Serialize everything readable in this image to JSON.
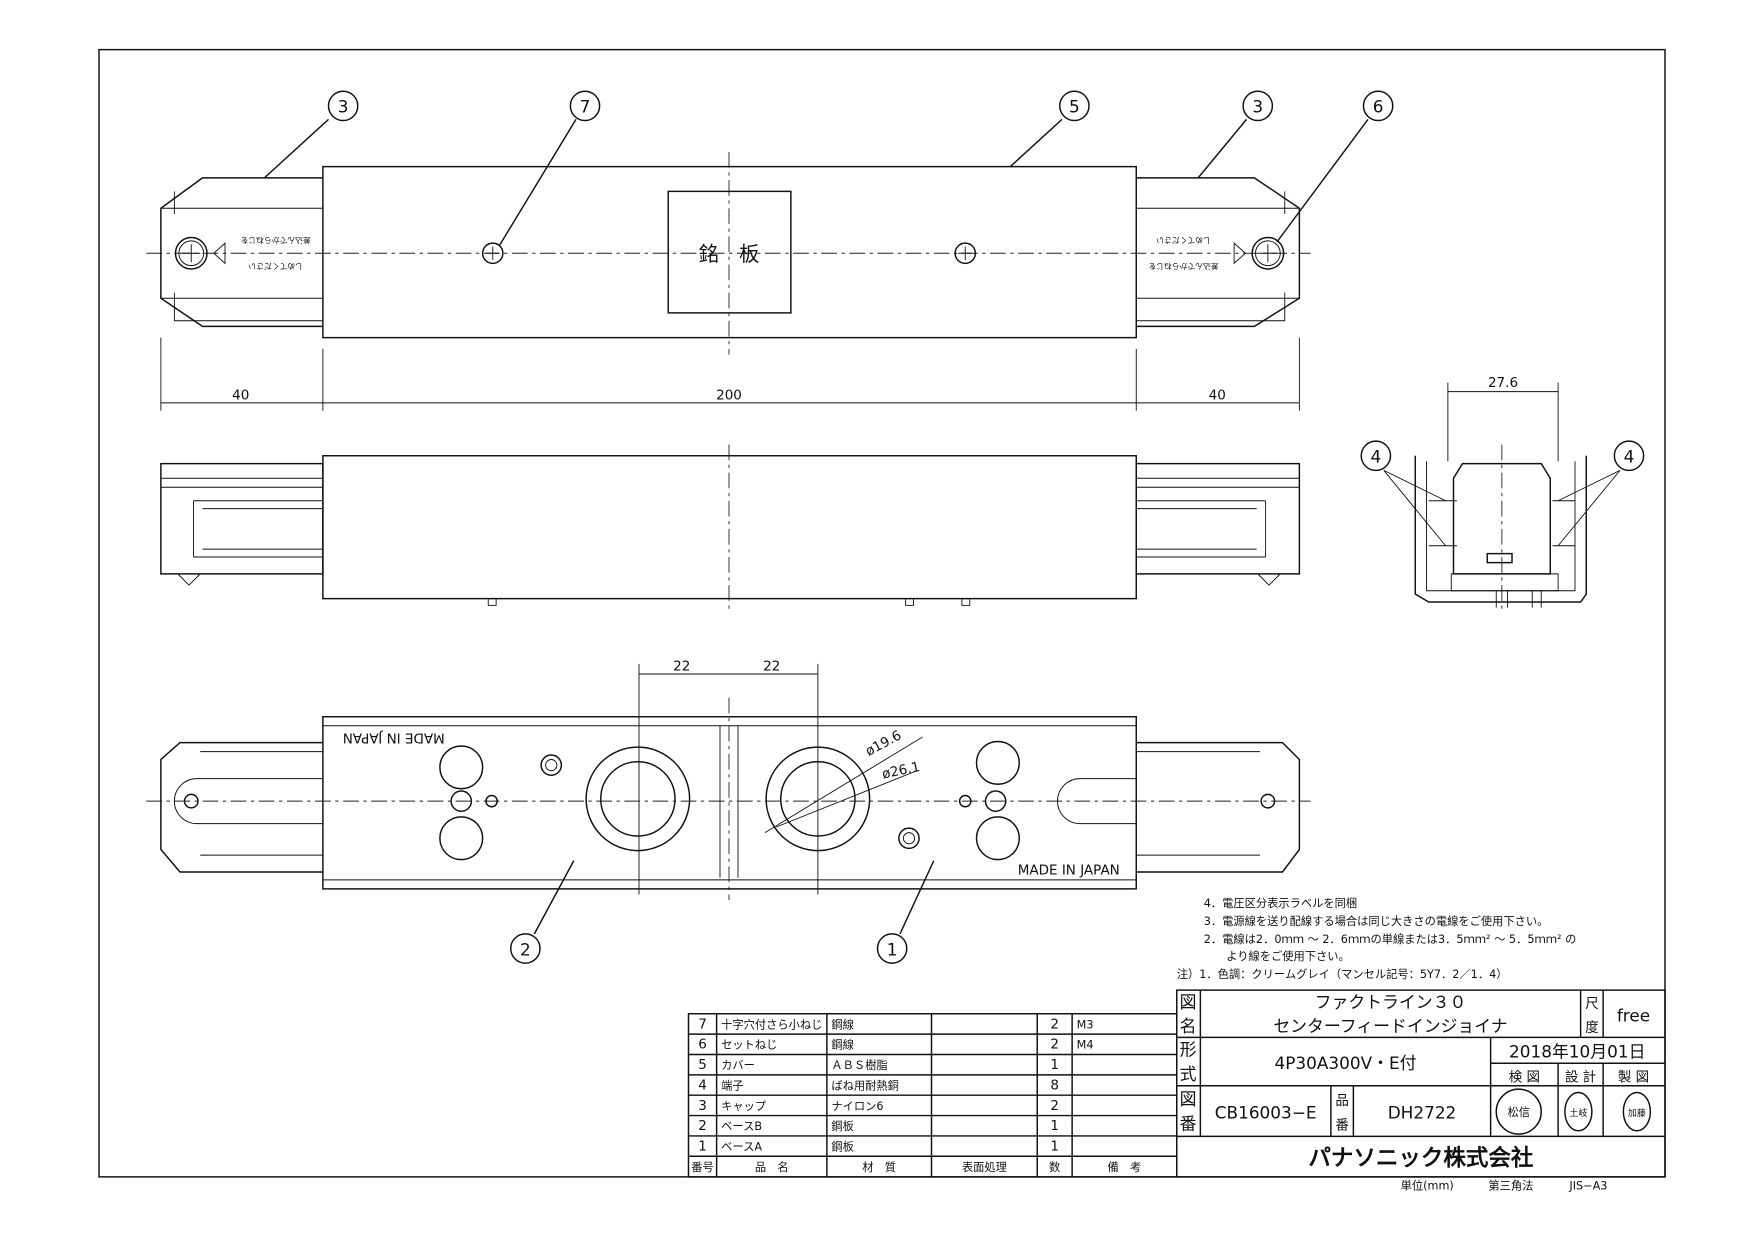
{
  "drawing": {
    "balloons_top": [
      "3",
      "7",
      "5",
      "3",
      "6"
    ],
    "nameplate_label": "銘　板",
    "cap_text_line1": "差込んでからねじを",
    "cap_text_line2": "しめてください",
    "dimensions": {
      "left_cap": "40",
      "body": "200",
      "right_cap": "40",
      "end_width": "27.6",
      "hole_offset_left": "22",
      "hole_offset_right": "22",
      "dia_inner": "ø19.6",
      "dia_outer": "ø26.1"
    },
    "balloons_end": [
      "4",
      "4"
    ],
    "balloons_bottom": [
      "2",
      "1"
    ],
    "made_in": "MADE IN JAPAN"
  },
  "notes": [
    "4．電圧区分表示ラベルを同梱",
    "3．電源線を送り配線する場合は同じ大きさの電線をご使用下さい。",
    "2．電線は2．0ｍｍ ～ 2．6ｍｍの単線または3．5ｍｍ² ～ 5．5ｍｍ² の",
    "より線をご使用下さい。",
    "注）1．色調：クリームグレイ（マンセル記号：5Y7．2／1．4）"
  ],
  "parts_table": {
    "headers": [
      "番号",
      "品　名",
      "材　質",
      "表面処理",
      "数",
      "備　考"
    ],
    "rows": [
      {
        "no": "7",
        "name": "十字穴付さら小ねじ",
        "material": "鋼線",
        "finish": "",
        "qty": "2",
        "note": "M3"
      },
      {
        "no": "6",
        "name": "セットねじ",
        "material": "鋼線",
        "finish": "",
        "qty": "2",
        "note": "M4"
      },
      {
        "no": "5",
        "name": "カバー",
        "material": "ＡＢＳ樹脂",
        "finish": "",
        "qty": "1",
        "note": ""
      },
      {
        "no": "4",
        "name": "端子",
        "material": "ばね用耐熱銅",
        "finish": "",
        "qty": "8",
        "note": ""
      },
      {
        "no": "3",
        "name": "キャップ",
        "material": "ナイロン6",
        "finish": "",
        "qty": "2",
        "note": ""
      },
      {
        "no": "2",
        "name": "ベースB",
        "material": "鋼板",
        "finish": "",
        "qty": "1",
        "note": ""
      },
      {
        "no": "1",
        "name": "ベースA",
        "material": "鋼板",
        "finish": "",
        "qty": "1",
        "note": ""
      }
    ]
  },
  "title_block": {
    "name_label_1": "図",
    "name_label_2": "名",
    "title_line1": "ファクトライン３０",
    "title_line2": "センターフィードインジョイナ",
    "scale_label_1": "尺",
    "scale_label_2": "度",
    "scale": "free",
    "type_label_1": "形",
    "type_label_2": "式",
    "type": "4P30A300V・E付",
    "date": "2018年10月01日",
    "check_label": "検 図",
    "design_label": "設 計",
    "draw_label": "製 図",
    "dwg_label_1": "図",
    "dwg_label_2": "番",
    "drawing_no": "CB16003−E",
    "part_label_1": "品",
    "part_label_2": "番",
    "part_no": "DH2722",
    "stamp_check": "松信",
    "stamp_design": "土岐",
    "stamp_draw": "加藤",
    "company": "パナソニック株式会社"
  },
  "footer": {
    "unit": "単位(mm)",
    "projection": "第三角法",
    "paper": "JIS−A3"
  }
}
